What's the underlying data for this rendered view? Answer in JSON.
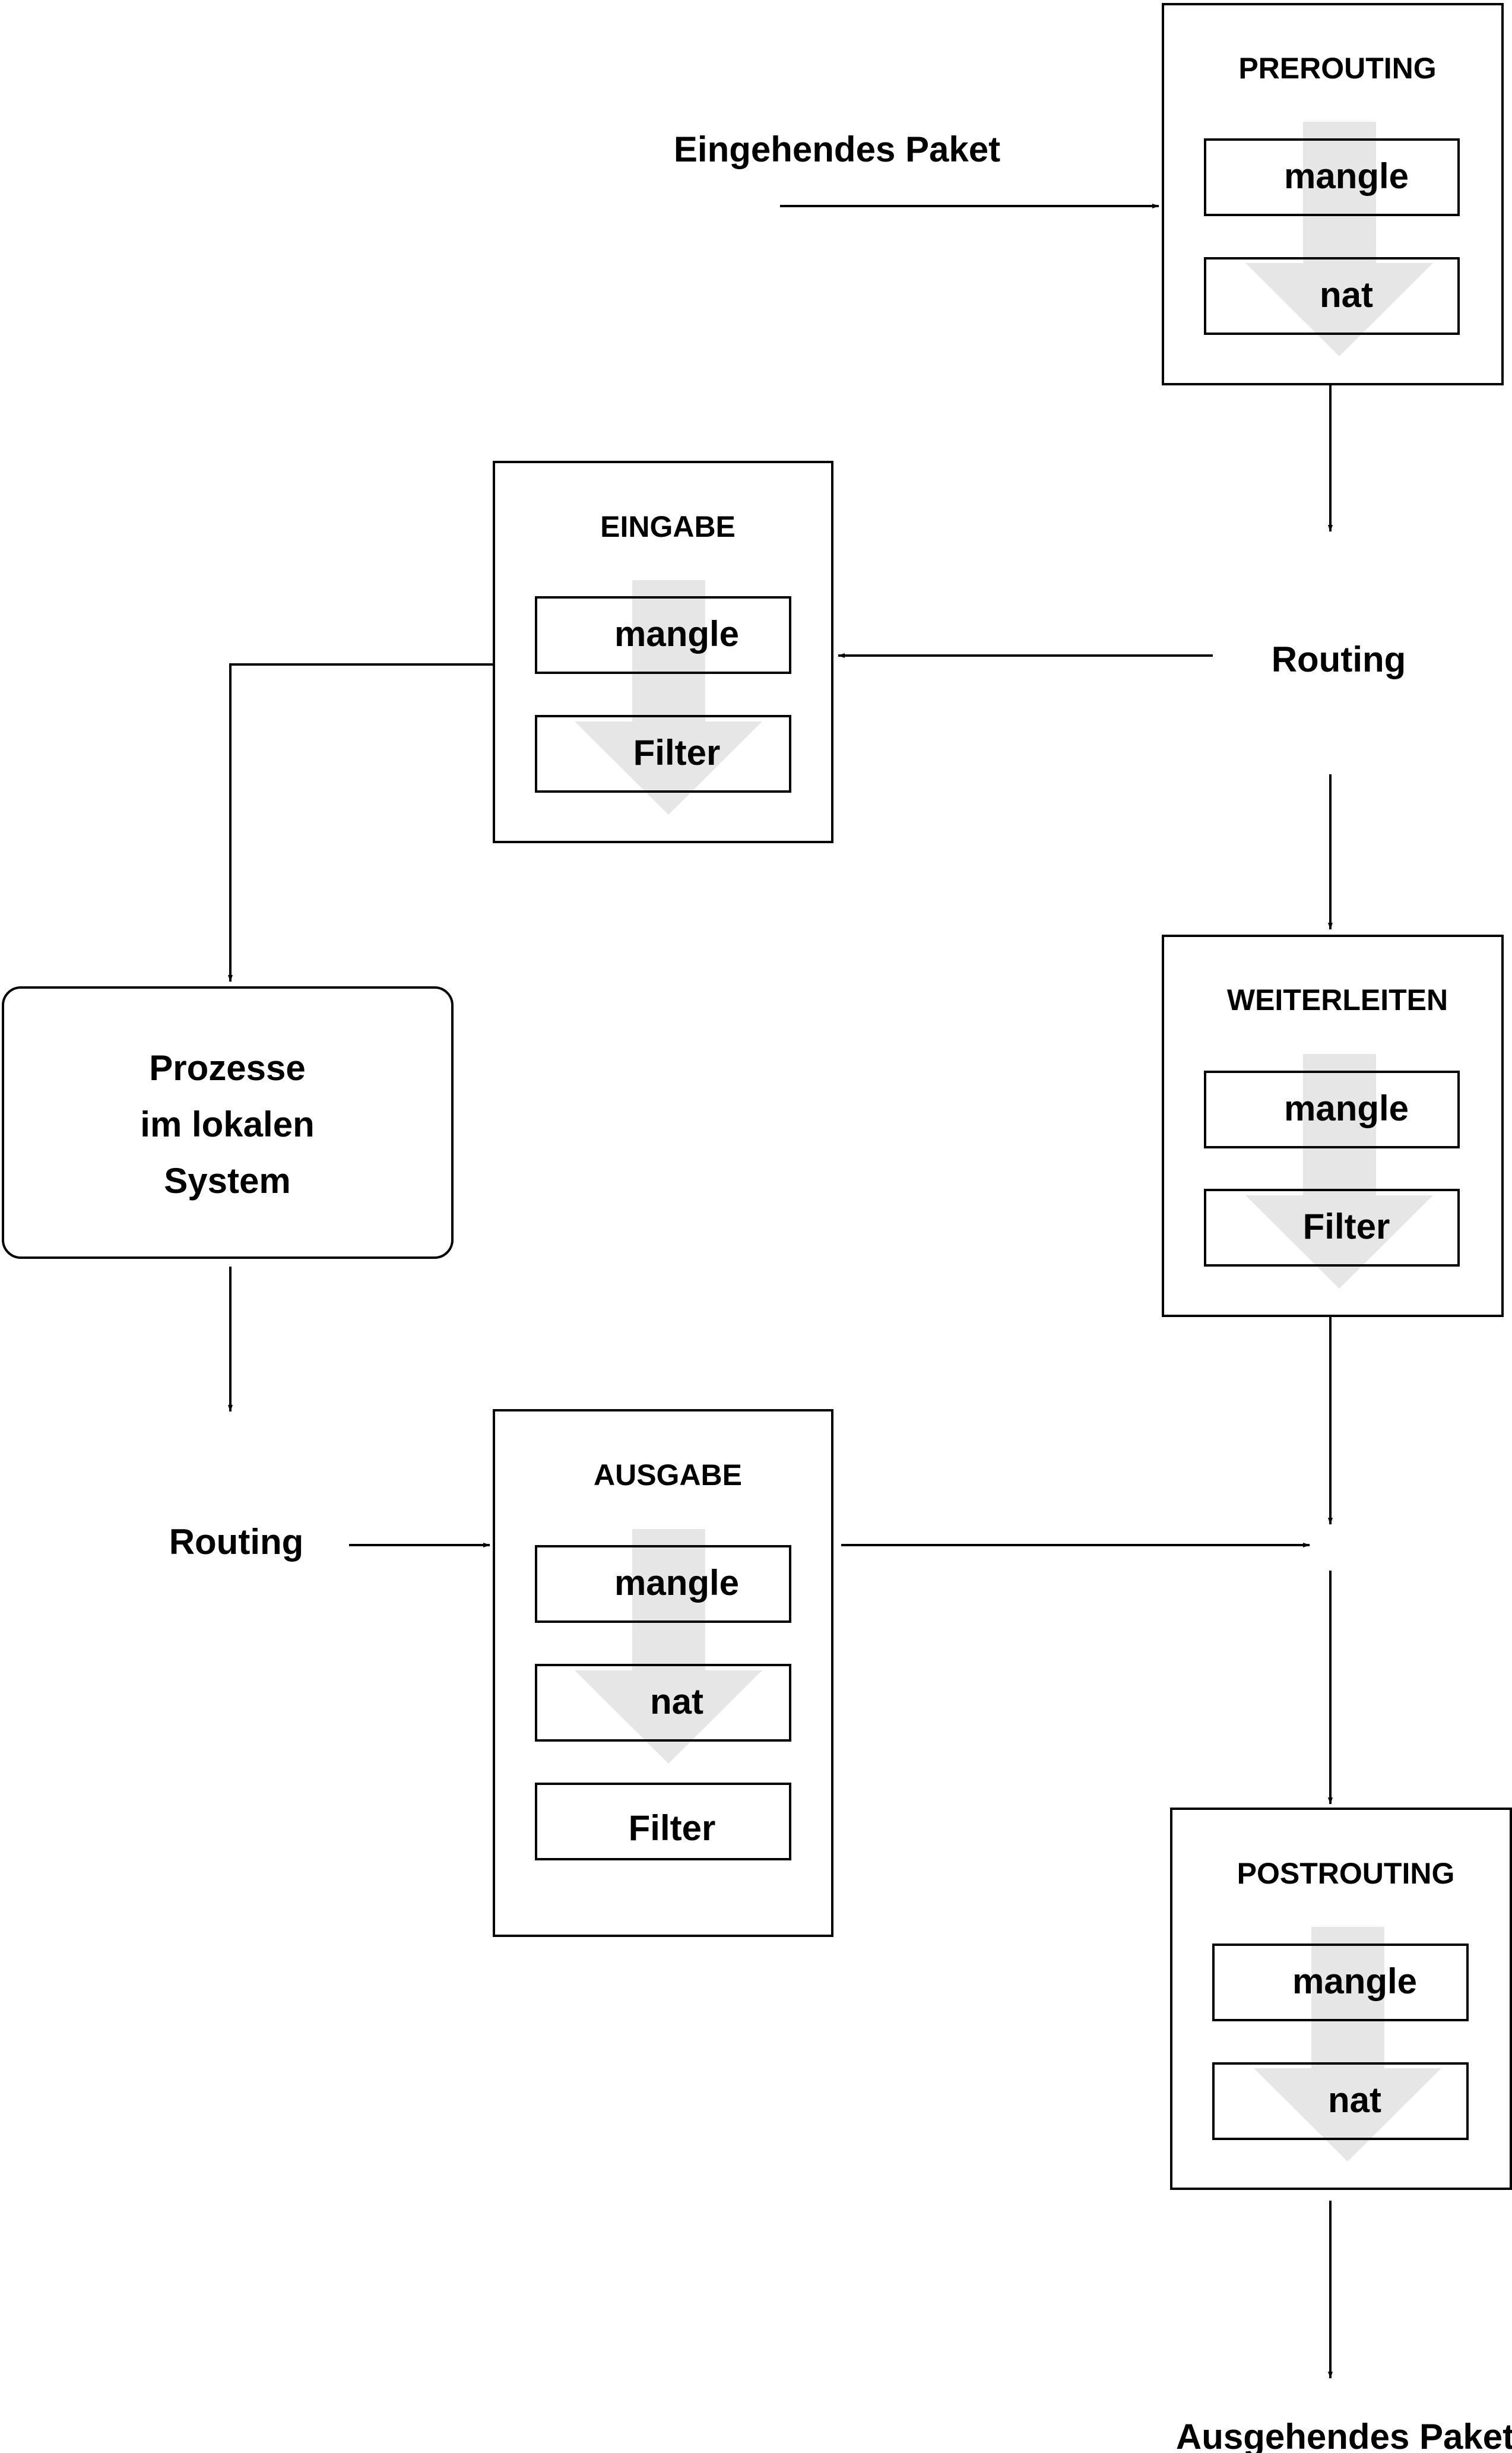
{
  "diagram": {
    "incoming_label": "Eingehendes Paket",
    "outgoing_label": "Ausgehendes Paket",
    "routing_top": "Routing",
    "routing_bottom": "Routing",
    "process_line1": "Prozesse",
    "process_line2": "im lokalen",
    "process_line3": "System",
    "prerouting": {
      "title": "PREROUTING",
      "tables": [
        "mangle",
        "nat"
      ]
    },
    "eingabe": {
      "title": "EINGABE",
      "tables": [
        "mangle",
        "Filter"
      ]
    },
    "weiterleiten": {
      "title": "WEITERLEITEN",
      "tables": [
        "mangle",
        "Filter"
      ]
    },
    "ausgabe": {
      "title": "AUSGABE",
      "tables": [
        "mangle",
        "nat",
        "Filter"
      ]
    },
    "postrouting": {
      "title": "POSTROUTING",
      "tables": [
        "mangle",
        "nat"
      ]
    }
  },
  "colors": {
    "stroke": "#000000",
    "flow_arrow": "#e6e6e6",
    "background": "#ffffff"
  }
}
